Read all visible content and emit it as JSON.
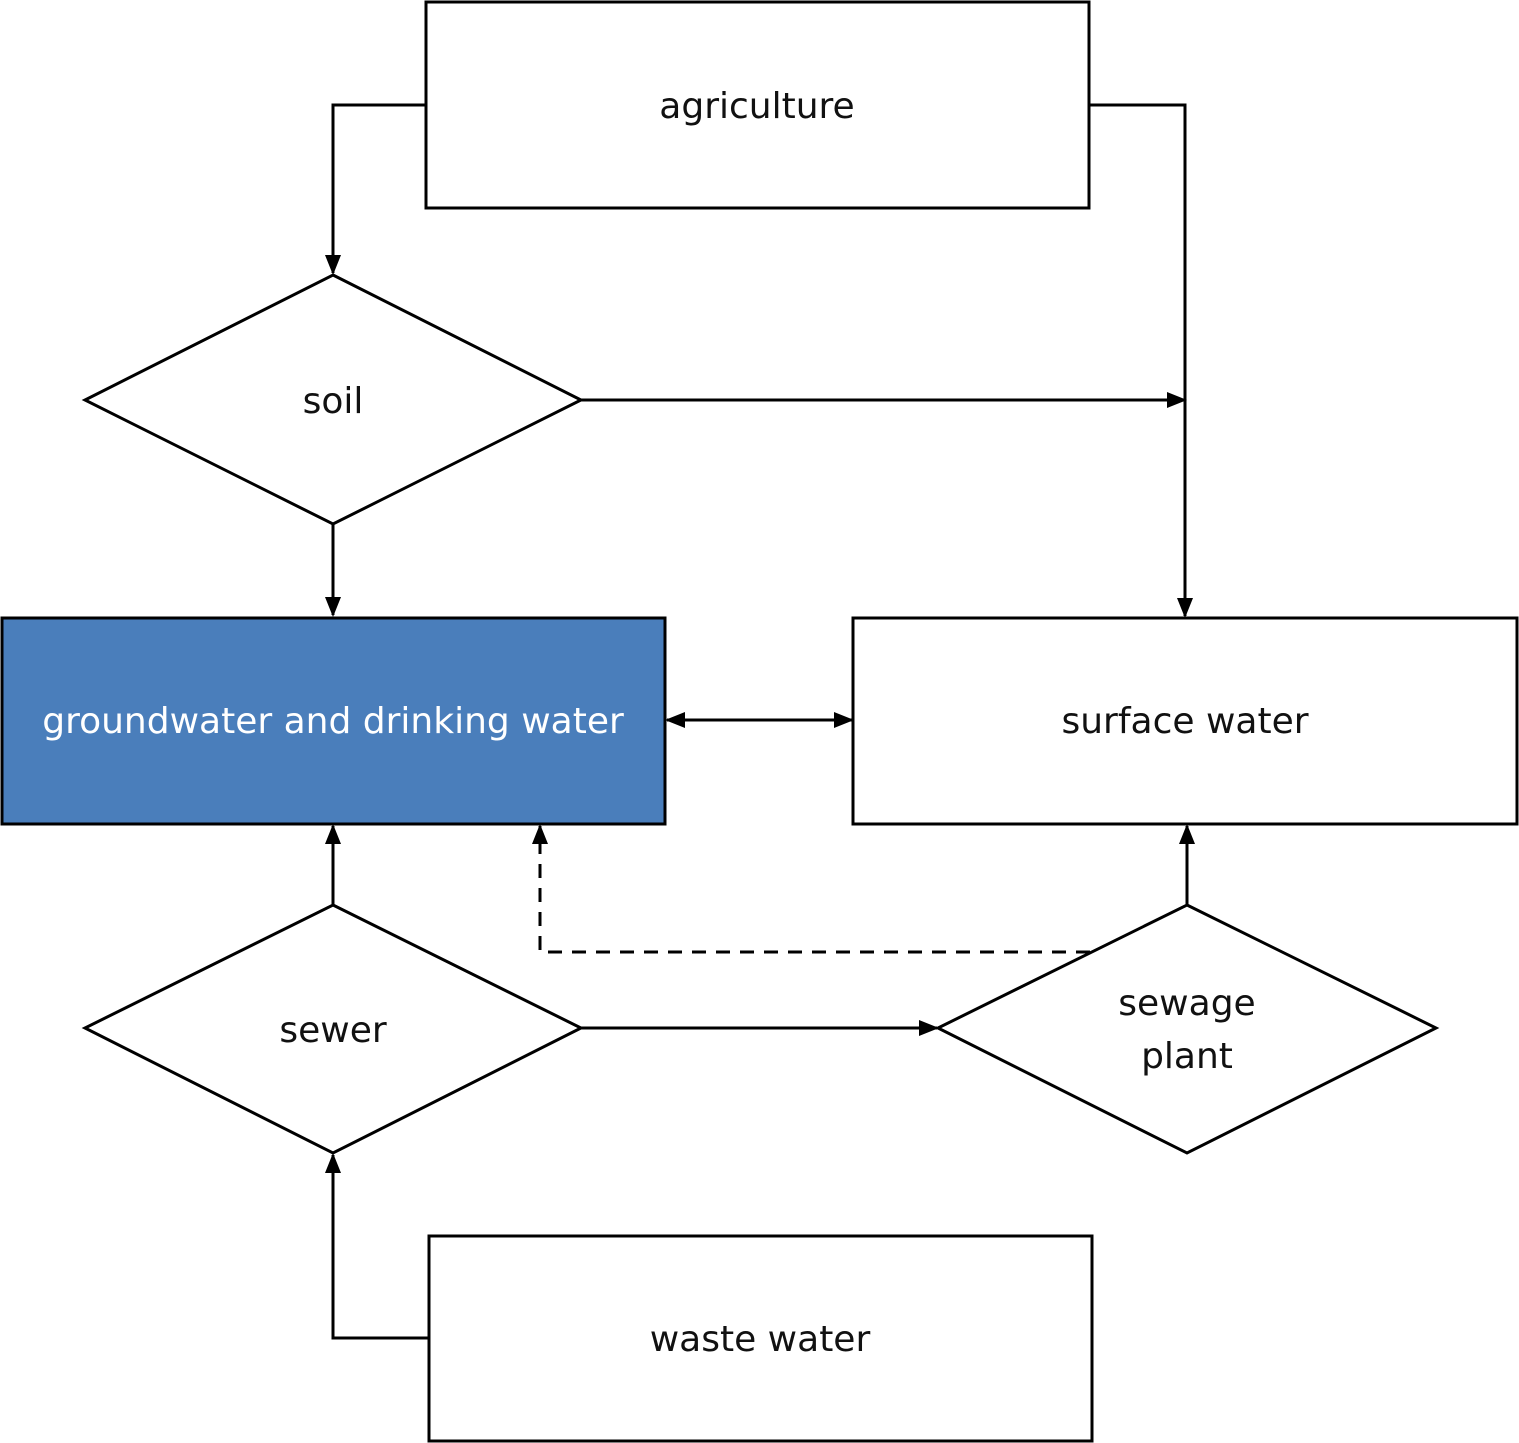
{
  "diagram": {
    "colors": {
      "primary_fill": "#4a7ebb",
      "primary_text": "#ffffff",
      "stroke": "#000000",
      "text": "#111111"
    },
    "nodes": {
      "agriculture": {
        "label": "agriculture",
        "shape": "rectangle"
      },
      "soil": {
        "label": "soil",
        "shape": "diamond"
      },
      "groundwater": {
        "label": "groundwater and drinking water",
        "shape": "rectangle",
        "highlighted": true
      },
      "surface_water": {
        "label": "surface water",
        "shape": "rectangle"
      },
      "sewer": {
        "label": "sewer",
        "shape": "diamond"
      },
      "sewage_plant": {
        "label_line1": "sewage",
        "label_line2": "plant",
        "shape": "diamond"
      },
      "waste_water": {
        "label": "waste water",
        "shape": "rectangle"
      }
    },
    "edges": [
      {
        "from": "agriculture",
        "to": "soil",
        "style": "solid"
      },
      {
        "from": "agriculture",
        "to": "surface_water",
        "style": "solid"
      },
      {
        "from": "soil",
        "to": "surface_water",
        "style": "solid"
      },
      {
        "from": "soil",
        "to": "groundwater",
        "style": "solid"
      },
      {
        "from": "groundwater",
        "to": "surface_water",
        "style": "solid",
        "bidirectional": true
      },
      {
        "from": "sewer",
        "to": "groundwater",
        "style": "solid"
      },
      {
        "from": "sewage_plant",
        "to": "groundwater",
        "style": "dashed"
      },
      {
        "from": "sewage_plant",
        "to": "surface_water",
        "style": "solid"
      },
      {
        "from": "sewer",
        "to": "sewage_plant",
        "style": "solid"
      },
      {
        "from": "waste_water",
        "to": "sewer",
        "style": "solid"
      }
    ]
  }
}
